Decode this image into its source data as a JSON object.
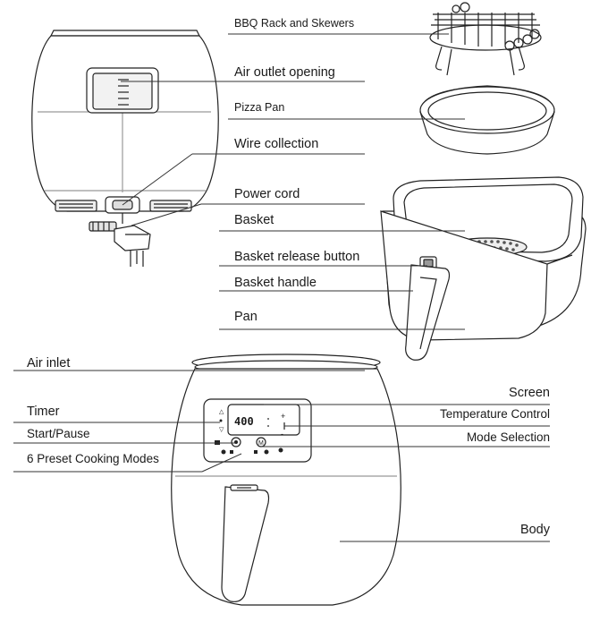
{
  "labels": {
    "bbq_rack": "BBQ Rack and Skewers",
    "air_outlet": "Air outlet opening",
    "pizza_pan": "Pizza Pan",
    "wire_collection": "Wire collection",
    "power_cord": "Power cord",
    "basket": "Basket",
    "basket_release": "Basket release button",
    "basket_handle": "Basket handle",
    "pan": "Pan",
    "air_inlet": "Air inlet",
    "screen": "Screen",
    "timer": "Timer",
    "temperature_control": "Temperature Control",
    "start_pause": "Start/Pause",
    "mode_selection": "Mode Selection",
    "preset_modes": "6 Preset Cooking Modes",
    "body": "Body"
  },
  "display": {
    "value": "400"
  }
}
